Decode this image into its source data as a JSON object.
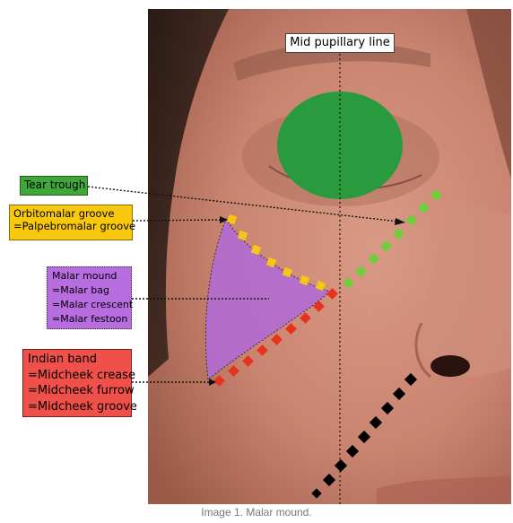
{
  "labels": {
    "mid_pupillary": "Mid pupillary line",
    "tear_trough": "Tear trough",
    "orbitomalar": [
      "Orbitomalar groove",
      "=Palpebromalar groove"
    ],
    "malar_mound": [
      "Malar mound",
      "=Malar bag",
      "=Malar crescent",
      "=Malar festoon"
    ],
    "indian_band": [
      "Indian band",
      "=Midcheek crease",
      "=Midcheek furrow",
      "=Midcheek groove"
    ]
  },
  "caption": "Image 1. Malar mound.",
  "colors": {
    "eye_mask": "#2a9a3e",
    "tear_trough_marks": "#6fcf3a",
    "orbitomalar_marks": "#f5c518",
    "malar_mound_fill": "#b06ad8",
    "indian_band_marks": "#e8321e",
    "nasolabial_marks": "#000000",
    "tear_trough_label_bg": "#3fa83a",
    "orbitomalar_label_bg": "#f7c80e",
    "malar_label_bg": "#b76ce0",
    "indian_label_bg": "#f0504a"
  }
}
